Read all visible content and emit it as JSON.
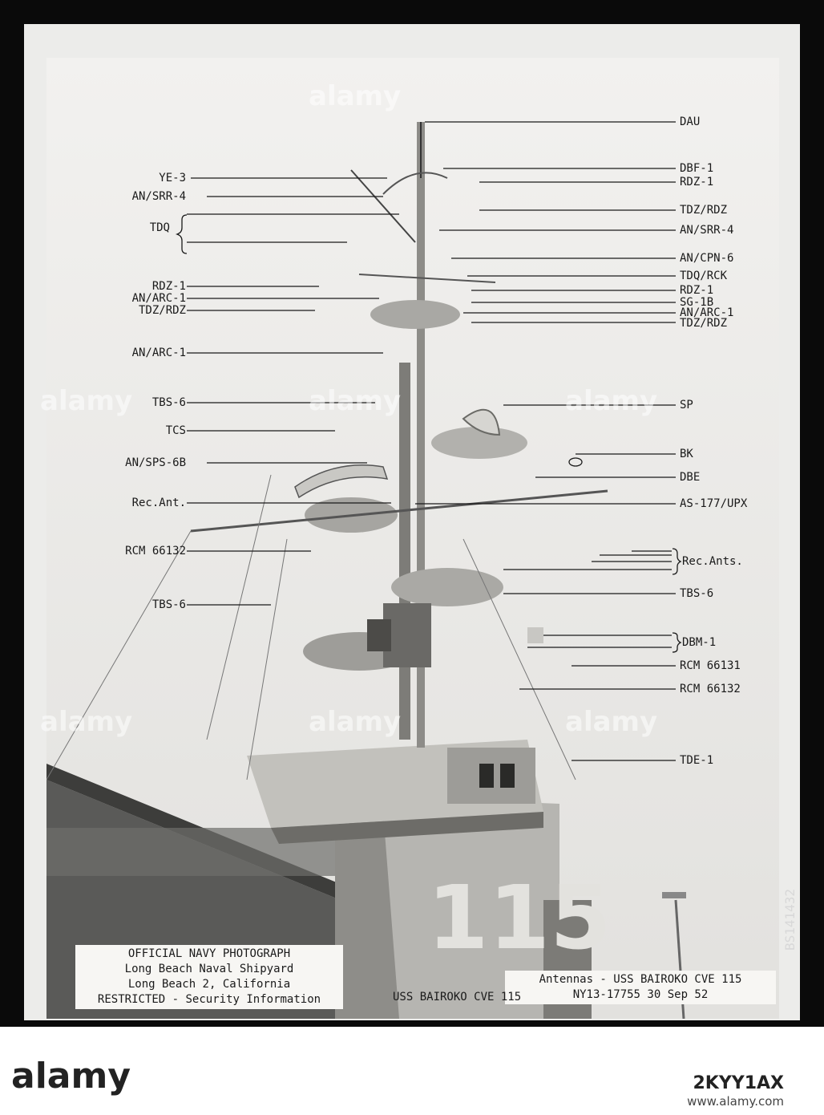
{
  "labels_left": [
    {
      "id": "ye-3",
      "text": "YE-3"
    },
    {
      "id": "an-srr-4-left",
      "text": "AN/SRR-4"
    },
    {
      "id": "tdq-left",
      "text": "TDQ"
    },
    {
      "id": "rdz-1-left",
      "text": "RDZ-1"
    },
    {
      "id": "an-arc-1-left-a",
      "text": "AN/ARC-1"
    },
    {
      "id": "tdz-rdz-left",
      "text": "TDZ/RDZ"
    },
    {
      "id": "an-arc-1-left-b",
      "text": "AN/ARC-1"
    },
    {
      "id": "tbs-6-left-a",
      "text": "TBS-6"
    },
    {
      "id": "tcs",
      "text": "TCS"
    },
    {
      "id": "an-sps-6b",
      "text": "AN/SPS-6B"
    },
    {
      "id": "rec-ant",
      "text": "Rec.Ant."
    },
    {
      "id": "rcm-66132-left",
      "text": "RCM 66132"
    },
    {
      "id": "tbs-6-left-b",
      "text": "TBS-6"
    }
  ],
  "labels_right": [
    {
      "id": "dau",
      "text": "DAU"
    },
    {
      "id": "dbf-1",
      "text": "DBF-1"
    },
    {
      "id": "rdz-1-right-a",
      "text": "RDZ-1"
    },
    {
      "id": "tdz-rdz-right-a",
      "text": "TDZ/RDZ"
    },
    {
      "id": "an-srr-4-right",
      "text": "AN/SRR-4"
    },
    {
      "id": "an-cpn-6",
      "text": "AN/CPN-6"
    },
    {
      "id": "tdq-rck",
      "text": "TDQ/RCK"
    },
    {
      "id": "rdz-1-right-b",
      "text": "RDZ-1"
    },
    {
      "id": "sg-1b",
      "text": "SG-1B"
    },
    {
      "id": "an-arc-1-right",
      "text": "AN/ARC-1"
    },
    {
      "id": "tdz-rdz-right-b",
      "text": "TDZ/RDZ"
    },
    {
      "id": "sp",
      "text": "SP"
    },
    {
      "id": "bk",
      "text": "BK"
    },
    {
      "id": "dbe",
      "text": "DBE"
    },
    {
      "id": "as-177-upx",
      "text": "AS-177/UPX"
    },
    {
      "id": "rec-ants",
      "text": "Rec.Ants."
    },
    {
      "id": "tbs-6-right",
      "text": "TBS-6"
    },
    {
      "id": "dbm-1",
      "text": "DBM-1"
    },
    {
      "id": "rcm-66131",
      "text": "RCM 66131"
    },
    {
      "id": "rcm-66132-right",
      "text": "RCM 66132"
    },
    {
      "id": "tde-1",
      "text": "TDE-1"
    }
  ],
  "caption_left": [
    "OFFICIAL NAVY PHOTOGRAPH",
    "Long Beach Naval Shipyard",
    "Long Beach 2, California",
    "RESTRICTED - Security Information"
  ],
  "caption_right": [
    "Antennas - USS BAIROKO  CVE 115",
    "NY13-17755   30 Sep 52"
  ],
  "bottom_caption": "USS BAIROKO   CVE 115",
  "hull_number": "115",
  "side_code": "BS141432",
  "stock": {
    "logo": "alamy",
    "image_id": "2KYY1AX",
    "url": "www.alamy.com"
  },
  "watermark": "alamy",
  "colors": {
    "frame": "#0a0a0a",
    "paper": "#f0efed",
    "ink": "#1a1a1a",
    "steel": "#9a9a96"
  }
}
